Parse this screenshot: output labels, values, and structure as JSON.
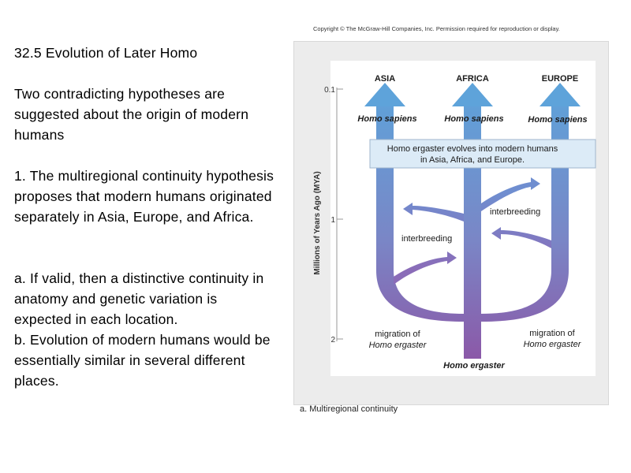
{
  "slide": {
    "title": "32.5 Evolution of Later Homo",
    "intro": "Two contradicting hypotheses are suggested about the origin of modern humans",
    "point1": "1. The multiregional continuity hypothesis proposes that modern humans originated separately in Asia, Europe, and Africa.",
    "point_a": "a. If valid, then a distinctive continuity in anatomy and genetic variation is expected in each location.",
    "point_b": "b. Evolution of modern humans would be essentially similar in several different places."
  },
  "figure": {
    "copyright": "Copyright © The McGraw-Hill Companies, Inc. Permission required for reproduction or display.",
    "y_axis_label": "Millions of Years Ago (MYA)",
    "ticks": [
      "0.1",
      "1",
      "2"
    ],
    "regions": [
      "ASIA",
      "AFRICA",
      "EUROPE"
    ],
    "sapiens_label": "Homo sapiens",
    "box_line1": "Homo ergaster evolves into modern humans",
    "box_line2": "in Asia, Africa, and Europe.",
    "interbreeding_label": "interbreeding",
    "migration_line1": "migration of",
    "migration_line2": "Homo ergaster",
    "base_label": "Homo ergaster",
    "caption": "a. Multiregional continuity",
    "colors": {
      "branch_top": "#5aa0d8",
      "branch_bottom": "#8a5aa8",
      "box_fill": "#dcebf7",
      "frame_fill": "#ececec"
    }
  }
}
